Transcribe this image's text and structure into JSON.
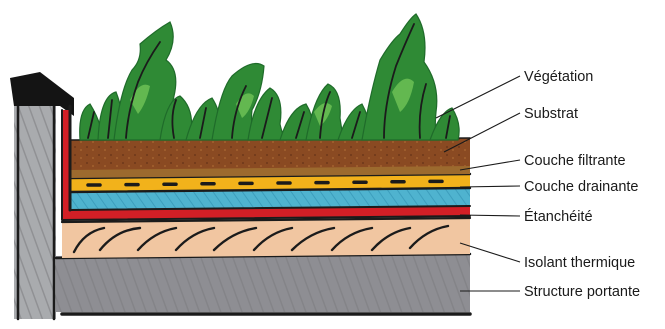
{
  "diagram": {
    "layers": [
      {
        "id": "vegetation",
        "label": "Végétation",
        "color": "#2f8a35"
      },
      {
        "id": "substrat",
        "label": "Substrat",
        "color": "#8a4a22"
      },
      {
        "id": "filtrante",
        "label": "Couche filtrante",
        "color": "#9c6a2e"
      },
      {
        "id": "drainante",
        "label": "Couche drainante",
        "color": "#f2b21b"
      },
      {
        "id": "etancheite",
        "label": "Étanchéité",
        "color": "#d21f26"
      },
      {
        "id": "isolant",
        "label": "Isolant thermique",
        "color": "#f1c6a1"
      },
      {
        "id": "structure",
        "label": "Structure portante",
        "color": "#8e8e93"
      }
    ],
    "colors": {
      "parapet": "#a9abae",
      "parapet_cap": "#141414",
      "drain_blue": "#4fb3cf",
      "foliage_dark": "#1f6b2a",
      "foliage_light": "#6cbf55"
    }
  }
}
